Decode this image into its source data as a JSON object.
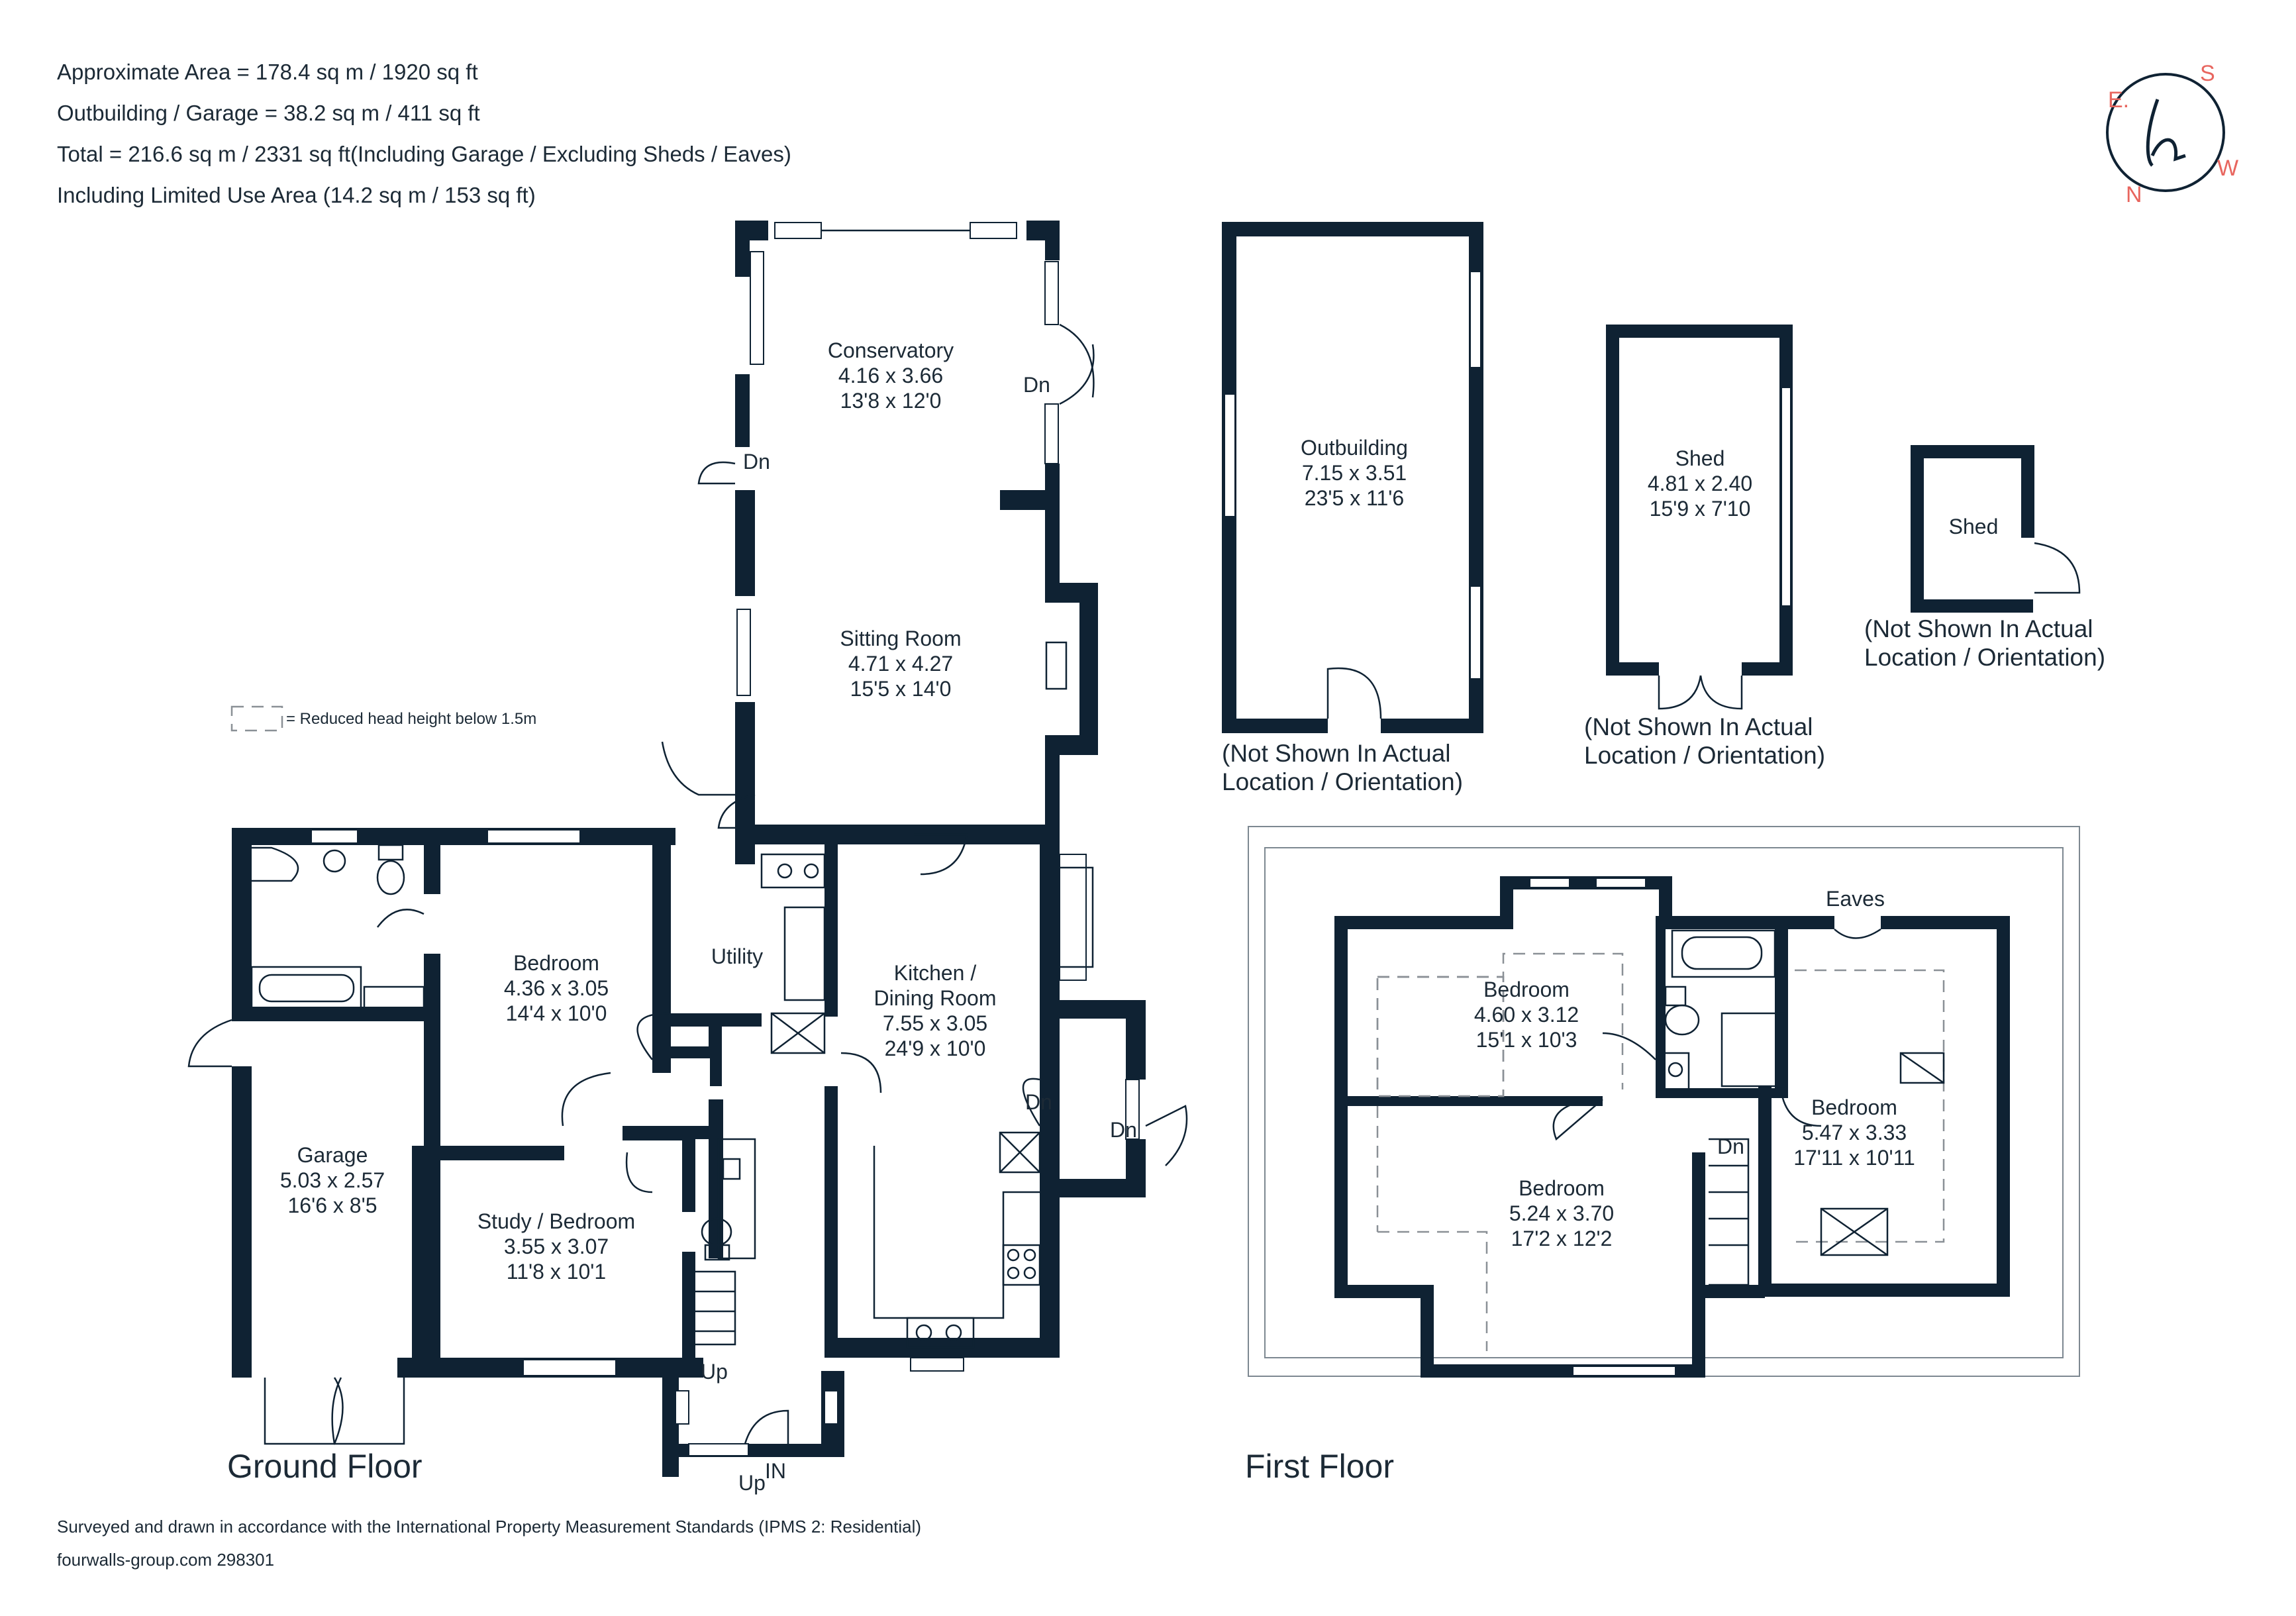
{
  "info": {
    "line1": "Approximate Area = 178.4 sq m / 1920 sq ft",
    "line2": "Outbuilding / Garage = 38.2 sq m / 411 sq ft",
    "line3": "Total = 216.6 sq m / 2331 sq ft(Including Garage / Excluding Sheds / Eaves)",
    "line4": "Including Limited Use Area (14.2 sq m / 153 sq ft)"
  },
  "compass": {
    "e": "E.",
    "s": "S",
    "w": "W",
    "n": "N",
    "logo": "h",
    "accent": "#e8665f"
  },
  "legend": {
    "text": "= Reduced head height below 1.5m"
  },
  "floors": {
    "ground": "Ground Floor",
    "first": "First Floor"
  },
  "rooms": {
    "conservatory": {
      "name": "Conservatory",
      "metric": "4.16 x 3.66",
      "imperial": "13'8 x 12'0"
    },
    "sitting": {
      "name": "Sitting Room",
      "metric": "4.71 x 4.27",
      "imperial": "15'5 x 14'0"
    },
    "bedroom_gf": {
      "name": "Bedroom",
      "metric": "4.36 x 3.05",
      "imperial": "14'4 x 10'0"
    },
    "utility": {
      "name": "Utility"
    },
    "kitchen": {
      "name1": "Kitchen /",
      "name2": "Dining  Room",
      "metric": "7.55 x 3.05",
      "imperial": "24'9 x 10'0"
    },
    "garage": {
      "name": "Garage",
      "metric": "5.03 x 2.57",
      "imperial": "16'6 x 8'5"
    },
    "study": {
      "name": "Study / Bedroom",
      "metric": "3.55 x 3.07",
      "imperial": "11'8 x 10'1"
    },
    "outbuilding": {
      "name": "Outbuilding",
      "metric": "7.15 x 3.51",
      "imperial": "23'5 x 11'6"
    },
    "shed1": {
      "name": "Shed",
      "metric": "4.81 x 2.40",
      "imperial": "15'9 x 7'10"
    },
    "shed2": {
      "name": "Shed"
    },
    "bed_ff_1": {
      "name": "Bedroom",
      "metric": "4.60 x 3.12",
      "imperial": "15'1 x 10'3"
    },
    "bed_ff_2": {
      "name": "Bedroom",
      "metric": "5.24 x 3.70",
      "imperial": "17'2 x 12'2"
    },
    "bed_ff_3": {
      "name": "Bedroom",
      "metric": "5.47 x 3.33",
      "imperial": "17'11 x 10'11"
    }
  },
  "notes": {
    "outbuilding_l1": "(Not Shown In Actual",
    "outbuilding_l2": "Location / Orientation)",
    "shed1_l1": "(Not Shown In Actual",
    "shed1_l2": "Location / Orientation)",
    "shed2_l1": "(Not Shown In Actual",
    "shed2_l2": "Location / Orientation)",
    "eaves": "Eaves"
  },
  "markers": {
    "dn": "Dn",
    "up": "Up",
    "in": "IN"
  },
  "footer": {
    "line1": "Surveyed and drawn in accordance with the International Property Measurement Standards (IPMS 2: Residential)",
    "line2": "fourwalls-group.com 298301"
  }
}
